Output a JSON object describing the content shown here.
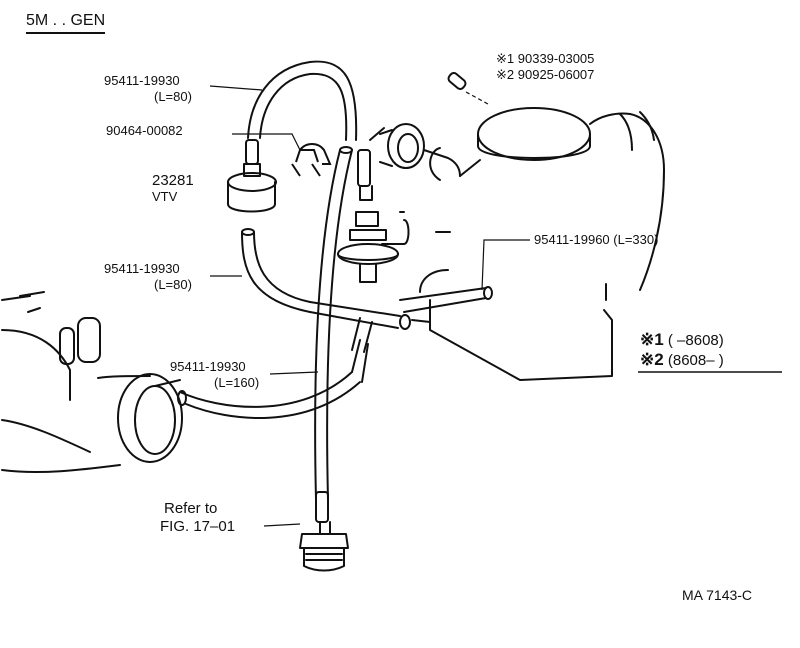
{
  "title": "5M . . GEN",
  "callouts": {
    "hose_top": {
      "part": "95411-19930",
      "len": "(L=80)"
    },
    "clamp": {
      "part": "90464-00082"
    },
    "vtv": {
      "part": "23281",
      "name": "VTV"
    },
    "hose_mid": {
      "part": "95411-19930",
      "len": "(L=80)"
    },
    "hose_right": {
      "part": "95411-19960 (L=330)"
    },
    "hose_long": {
      "part": "95411-19930",
      "len": "(L=160)"
    },
    "refer": {
      "line1": "Refer to",
      "line2": "FIG. 17–01"
    },
    "alt1": {
      "mark": "※1",
      "part": "90339-03005"
    },
    "alt2": {
      "mark": "※2",
      "part": "90925-06007"
    }
  },
  "notes": [
    {
      "mark": "※1",
      "text": "(         –8608)"
    },
    {
      "mark": "※2",
      "text": "(8608–          )"
    }
  ],
  "figure_code": "MA  7143-C"
}
